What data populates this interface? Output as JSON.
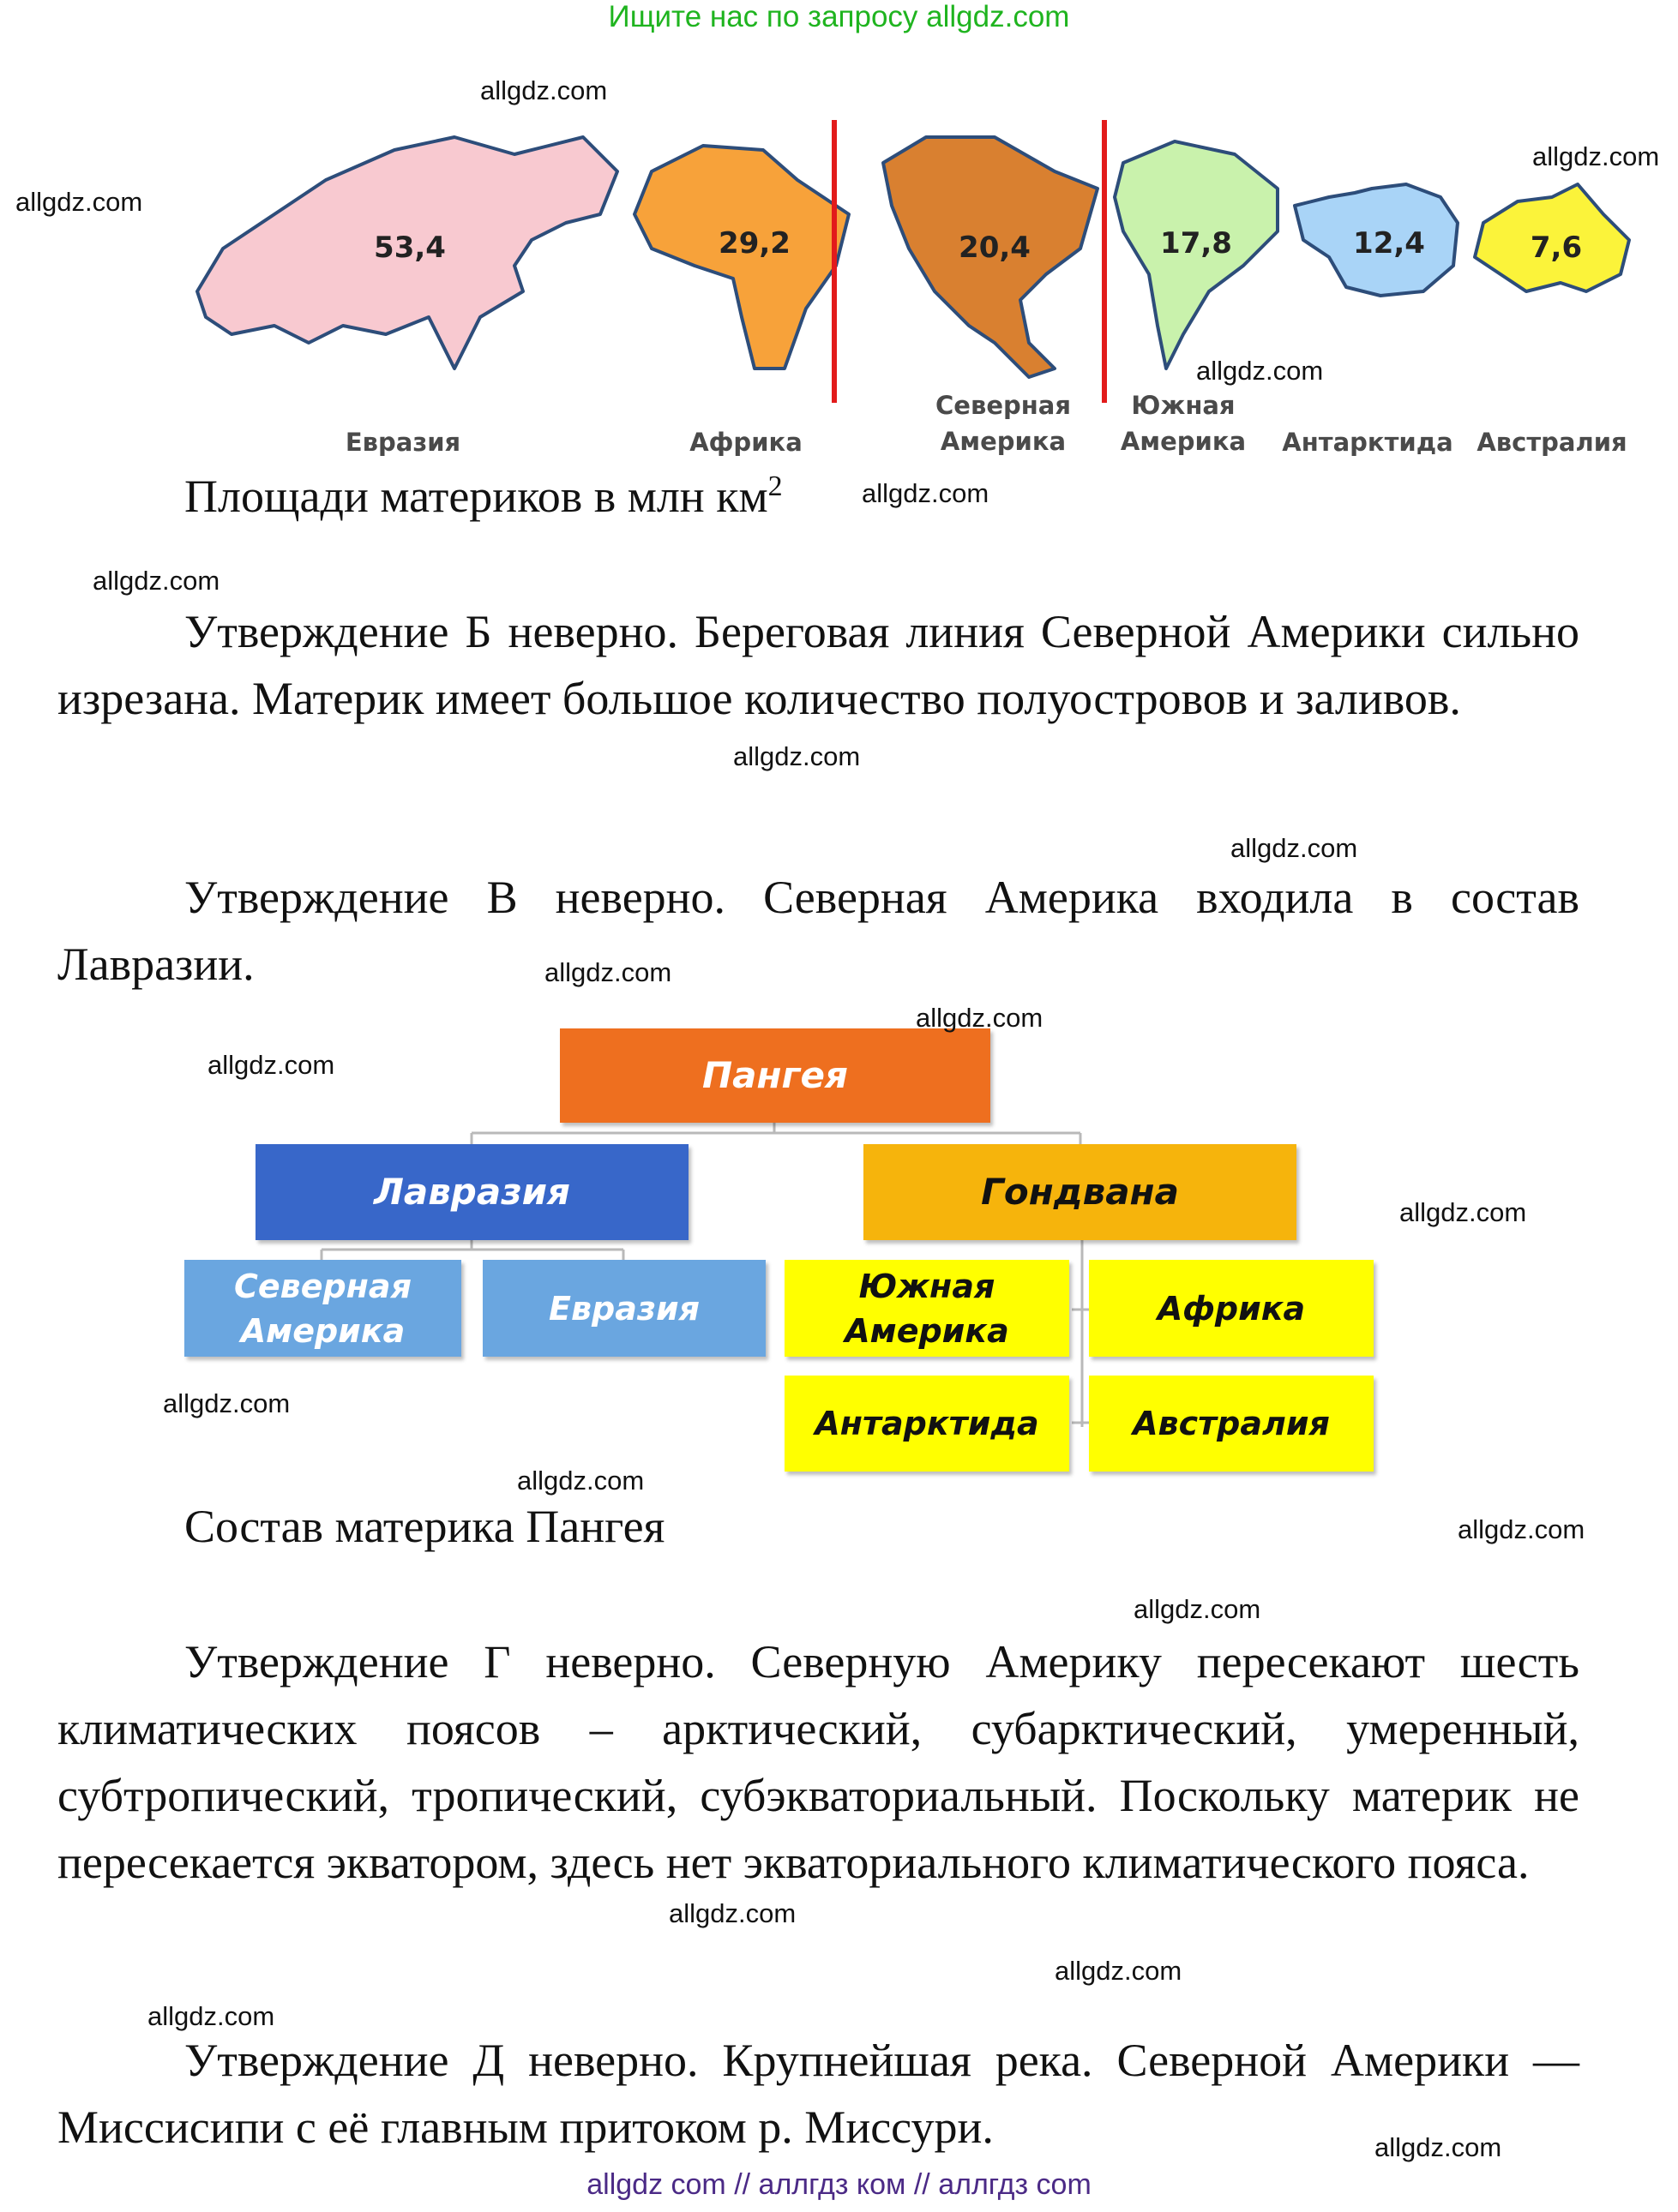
{
  "header": {
    "banner": "Ищите нас по запросу allgdz.com"
  },
  "continents_figure": {
    "items": [
      {
        "name": "Евразия",
        "area": "53,4",
        "color": "#f8c9d0"
      },
      {
        "name": "Африка",
        "area": "29,2",
        "color": "#f7a23a"
      },
      {
        "name": "Северная Америка",
        "area": "20,4",
        "color": "#d98030",
        "highlighted": true
      },
      {
        "name": "Южная Америка",
        "area": "17,8",
        "color": "#c9f2ac"
      },
      {
        "name": "Антарктида",
        "area": "12,4",
        "color": "#a9d4f7"
      },
      {
        "name": "Австралия",
        "area": "7,6",
        "color": "#fbf33a"
      }
    ],
    "highlight_color": "#e21b1b",
    "caption": "Площади материков в млн км",
    "caption_sup": "2"
  },
  "paragraphs": {
    "b": "Утверждение Б неверно. Береговая линия Северной Америки сильно изрезана. Материк имеет большое количество полуостровов и заливов.",
    "v": "Утверждение В неверно. Северная Америка входила в состав Лавразии.",
    "g": "Утверждение Г неверно. Северную Америку пересекают шесть климатических поясов – арктический, субарктический, умеренный, субтропический, тропический, субэкваториальный. Поскольку материк не пересекается экватором, здесь нет экваториального климатического пояса.",
    "d": "Утверждение Д неверно. Крупнейшая река. Северной Америки — Миссисипи с её главным притоком р. Миссури."
  },
  "pangea_diagram": {
    "root": "Пангея",
    "laurasia": {
      "title": "Лавразия",
      "children": [
        "Северная Америка",
        "Евразия"
      ]
    },
    "gondwana": {
      "title": "Гондвана",
      "children": [
        "Южная Америка",
        "Африка",
        "Антарктида",
        "Австралия"
      ]
    },
    "colors": {
      "root": "#ee6f1f",
      "laurasia": "#3867c9",
      "laurasia_children": "#6aa6e0",
      "gondwana": "#f6b40c",
      "gondwana_children": "#ffff00"
    },
    "caption": "Состав материка Пангея"
  },
  "watermark": "allgdz.com",
  "footer": {
    "banner": "allgdz com  //  аллгдз ком  //  аллгдз com"
  }
}
